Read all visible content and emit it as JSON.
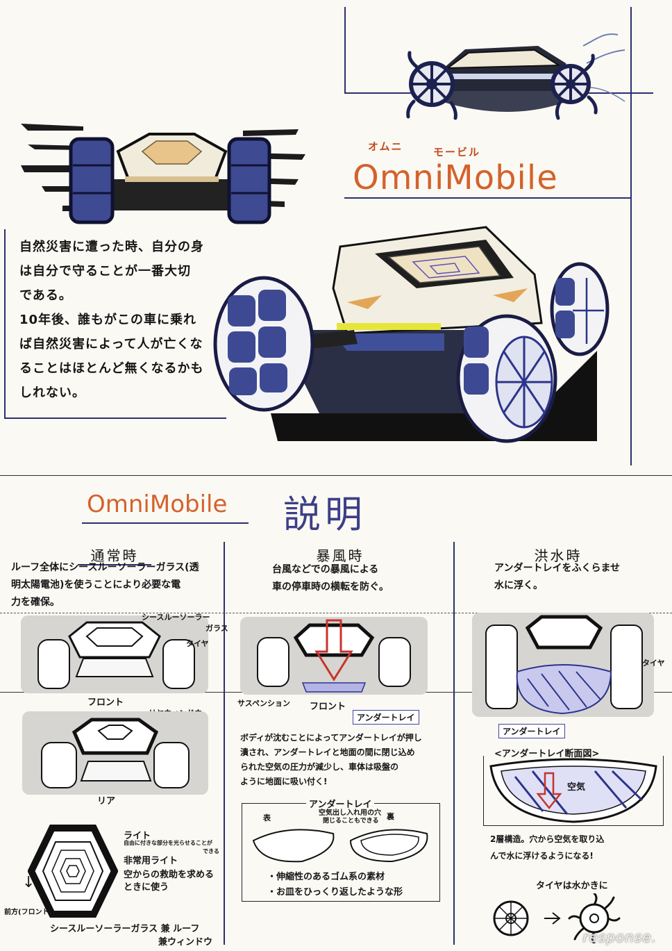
{
  "top": {
    "ruby_left": "オムニ",
    "ruby_right": "モービル",
    "brand": "OmniMobile",
    "intro": [
      "自然災害に遭った時、自分の身",
      "は自分で守ることが一番大切",
      "である。",
      "10年後、誰もがこの車に乗れ",
      "ば自然災害によって人が亡くな",
      "ることはほとんど無くなるかも",
      "しれない。"
    ]
  },
  "bottom": {
    "brand": "OmniMobile",
    "heading": "説明",
    "columns": [
      {
        "title": "通常時",
        "desc": [
          "ルーフ全体にシースルーソーラーガラス(透",
          "明太陽電池)を使うことにより必要な電",
          "力を確保。"
        ],
        "labels": {
          "seethrough": "シースルーソーラー",
          "seethrough2": "ガラス",
          "tire": "タイヤ",
          "front": "フロント",
          "rear_window": "リヤウィンドウ",
          "rear": "リア",
          "light": "ライト",
          "light_note": "自由に付きな部分を光らせることが",
          "light_note2": "できる",
          "emergency": "非常用ライト",
          "emergency_note1": "空からの救助を求める",
          "emergency_note2": "ときに使う",
          "direction": "前方(フロント)",
          "caption1": "シースルーソーラーガラス 兼 ルーフ",
          "caption2": "兼ウィンドウ"
        }
      },
      {
        "title": "暴風時",
        "desc": [
          "台風などでの暴風による",
          "車の停車時の横転を防ぐ。"
        ],
        "labels": {
          "suspension": "サスペンション",
          "front": "フロント",
          "undertray": "アンダートレイ"
        },
        "body": [
          "ボディが沈むことによってアンダートレイが押し",
          "潰され、アンダートレイと地面の間に閉じ込め",
          "られた空気の圧力が減少し、車体は吸盤の",
          "ように地面に吸い付く!"
        ],
        "tray": {
          "title": "アンダートレイ",
          "front": "表",
          "back": "裏",
          "hole": "空気出し入れ用の穴",
          "hole2": "閉じることもできる",
          "bullet1": "・伸縮性のあるゴム系の素材",
          "bullet2": "・お皿をひっくり返したような形"
        }
      },
      {
        "title": "洪水時",
        "desc": [
          "アンダートレイをふくらませ",
          "水に浮く。"
        ],
        "labels": {
          "tire": "タイヤ",
          "undertray": "アンダートレイ"
        },
        "section_title": "<アンダートレイ断面図>",
        "air": "空気",
        "layer_note": [
          "2層構造。穴から空気を取り込",
          "んで水に浮けるようになる!"
        ],
        "paddle": "タイヤは水かきに"
      }
    ]
  },
  "watermark": "response."
}
